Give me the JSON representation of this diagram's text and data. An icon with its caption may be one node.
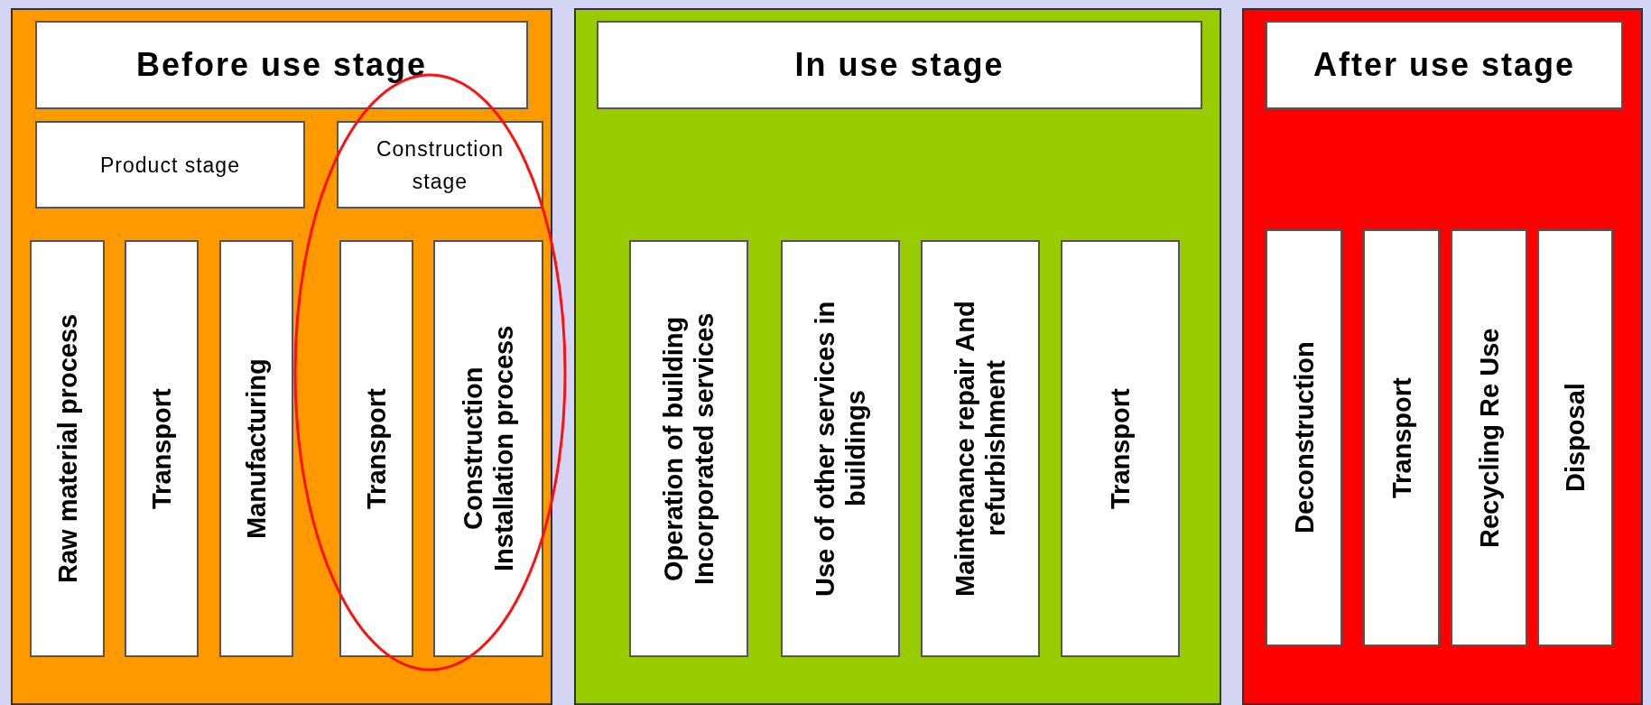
{
  "diagram": {
    "nodes": [
      {
        "text": [],
        "shape": "box"
      },
      {
        "text": [
          "Before use stage"
        ],
        "in": 0
      },
      {
        "text": [
          "Product stage"
        ],
        "in": 0
      },
      {
        "text": [],
        "shape": "ellipse",
        "in": 0
      },
      {
        "text": [
          "Construction stage"
        ],
        "in": 3
      },
      {
        "text": [
          "Raw material process"
        ],
        "in": 0
      },
      {
        "text": [
          "Transport"
        ],
        "in": 0
      },
      {
        "text": [
          "Manufacturing"
        ],
        "in": 0
      },
      {
        "text": [
          "Transport"
        ],
        "in": 3
      },
      {
        "text": [
          "Construction Installation process"
        ],
        "in": 3
      },
      {
        "text": [],
        "shape": "box"
      },
      {
        "text": [
          "In use stage"
        ],
        "in": 10
      },
      {
        "text": [
          "Operation  of building Incorporated services"
        ],
        "in": 10
      },
      {
        "text": [
          "Use of other services in buildings"
        ],
        "in": 10
      },
      {
        "text": [
          "Maintenance repair And refurbishment"
        ],
        "in": 10
      },
      {
        "text": [
          "Transport"
        ],
        "in": 10
      },
      {
        "text": [],
        "shape": "box"
      },
      {
        "text": [
          "After use stage"
        ],
        "in": 16
      },
      {
        "text": [
          "Deconstruction"
        ],
        "in": 16
      },
      {
        "text": [
          "Transport"
        ],
        "in": 16
      },
      {
        "text": [
          "Recycling Re Use"
        ],
        "in": 16
      },
      {
        "text": [
          "Disposal"
        ],
        "in": 16
      }
    ],
    "edges": []
  }
}
